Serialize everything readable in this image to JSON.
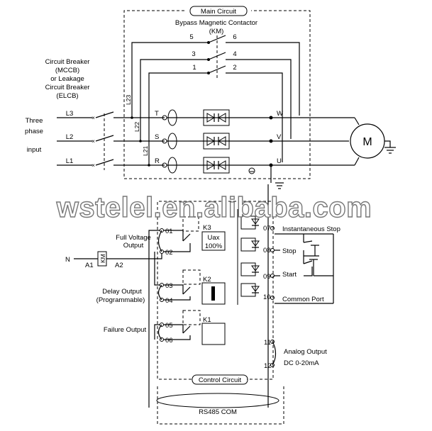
{
  "main_circuit": {
    "title": "Main Circuit",
    "contactor_line1": "Bypass Magnetic Contactor",
    "contactor_line2": "(KM)",
    "contactor_pins": [
      "5",
      "6",
      "3",
      "4",
      "1",
      "2"
    ]
  },
  "breaker": {
    "line1": "Circuit Breaker",
    "line2": "(MCCB)",
    "line3": "or Leakage",
    "line4": "Circuit Breaker",
    "line5": "(ELCB)"
  },
  "supply": {
    "line1": "Three",
    "line2": "phase",
    "line3": "input",
    "phases": [
      "L3",
      "L2",
      "L1"
    ],
    "internal": [
      "L23",
      "L22",
      "L21"
    ]
  },
  "terminals": {
    "inputs": [
      "T",
      "S",
      "R"
    ],
    "outputs": [
      "W",
      "V",
      "U"
    ]
  },
  "motor": {
    "label": "M"
  },
  "watermark": "wstelel.en.alibaba.com",
  "relays": {
    "full_voltage_line1": "Full Voltage",
    "full_voltage_line2": "Output",
    "delay_line1": "Delay Output",
    "delay_line2": "(Programmable)",
    "failure": "Failure Output",
    "pins": [
      "01",
      "02",
      "03",
      "04",
      "05",
      "06"
    ],
    "k3": "K3",
    "k2": "K2",
    "k1": "K1",
    "uax_line1": "Uax",
    "uax_line2": "100%"
  },
  "bypass_coil": {
    "n": "N",
    "a1": "A1",
    "a2": "A2",
    "km": "KM"
  },
  "control_inputs": {
    "pins": [
      "07",
      "08",
      "09",
      "10"
    ],
    "instantaneous_stop": "Instantaneous Stop",
    "stop": "Stop",
    "start": "Start",
    "common_port": "Common Port"
  },
  "analog": {
    "pins": [
      "11",
      "12"
    ],
    "line1": "Analog  Output",
    "line2": "DC 0-20mA"
  },
  "control_circuit": {
    "title": "Control Circuit"
  },
  "rs485": {
    "label": "RS485 COM"
  }
}
